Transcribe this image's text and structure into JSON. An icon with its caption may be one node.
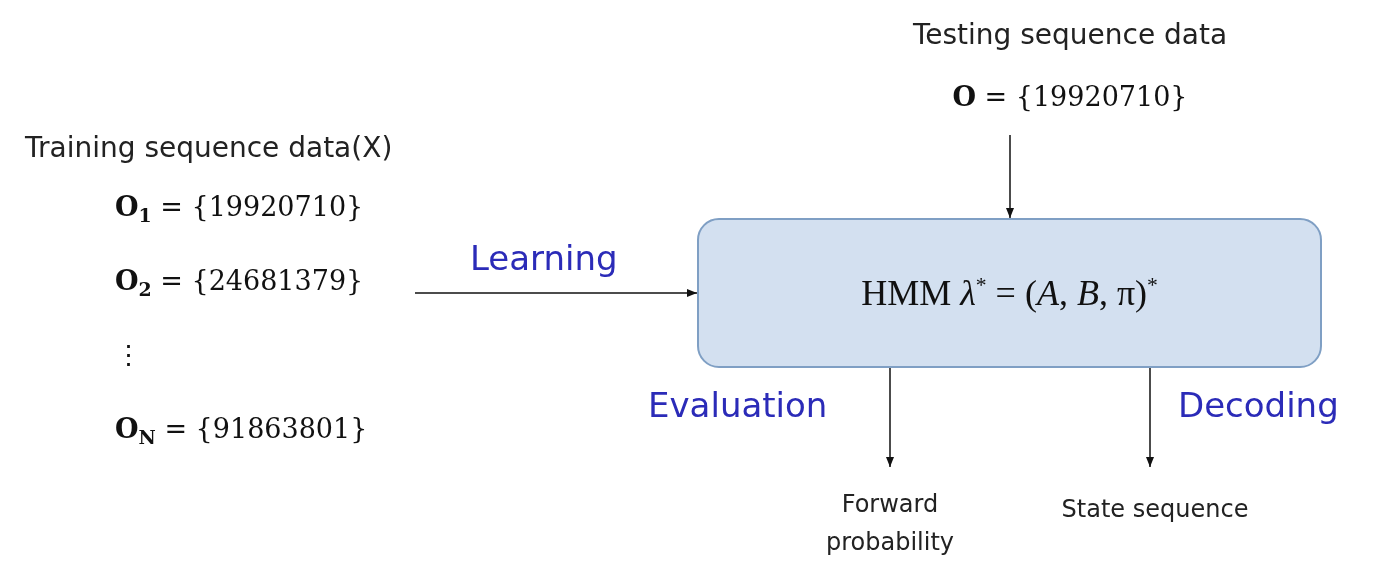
{
  "diagram": {
    "nodes": [
      {
        "text": [
          "Training sequence data(X)",
          "**O**$_{1}$ = {19920710}",
          "**O**$_{2}$ = {24681379}",
          "⋮",
          "**O**$_{N}$ = {91863801}"
        ]
      },
      {
        "text": [
          "Testing sequence data",
          "**O** = {19920710}"
        ]
      },
      {
        "text": [
          "HMM *λ*$^{*}$ = (*A*, *B*, π)$^{*}$"
        ]
      },
      {
        "text": [
          "Forward probability"
        ]
      },
      {
        "text": [
          "State sequence"
        ]
      }
    ],
    "edges": [
      {
        "from": 0,
        "to": 2,
        "arrow": "to",
        "label": "Learning"
      },
      {
        "from": 1,
        "to": 2,
        "arrow": "to"
      },
      {
        "from": 2,
        "to": 3,
        "arrow": "to",
        "label": "Evaluation"
      },
      {
        "from": 2,
        "to": 4,
        "arrow": "to",
        "label": "Decoding"
      }
    ]
  }
}
